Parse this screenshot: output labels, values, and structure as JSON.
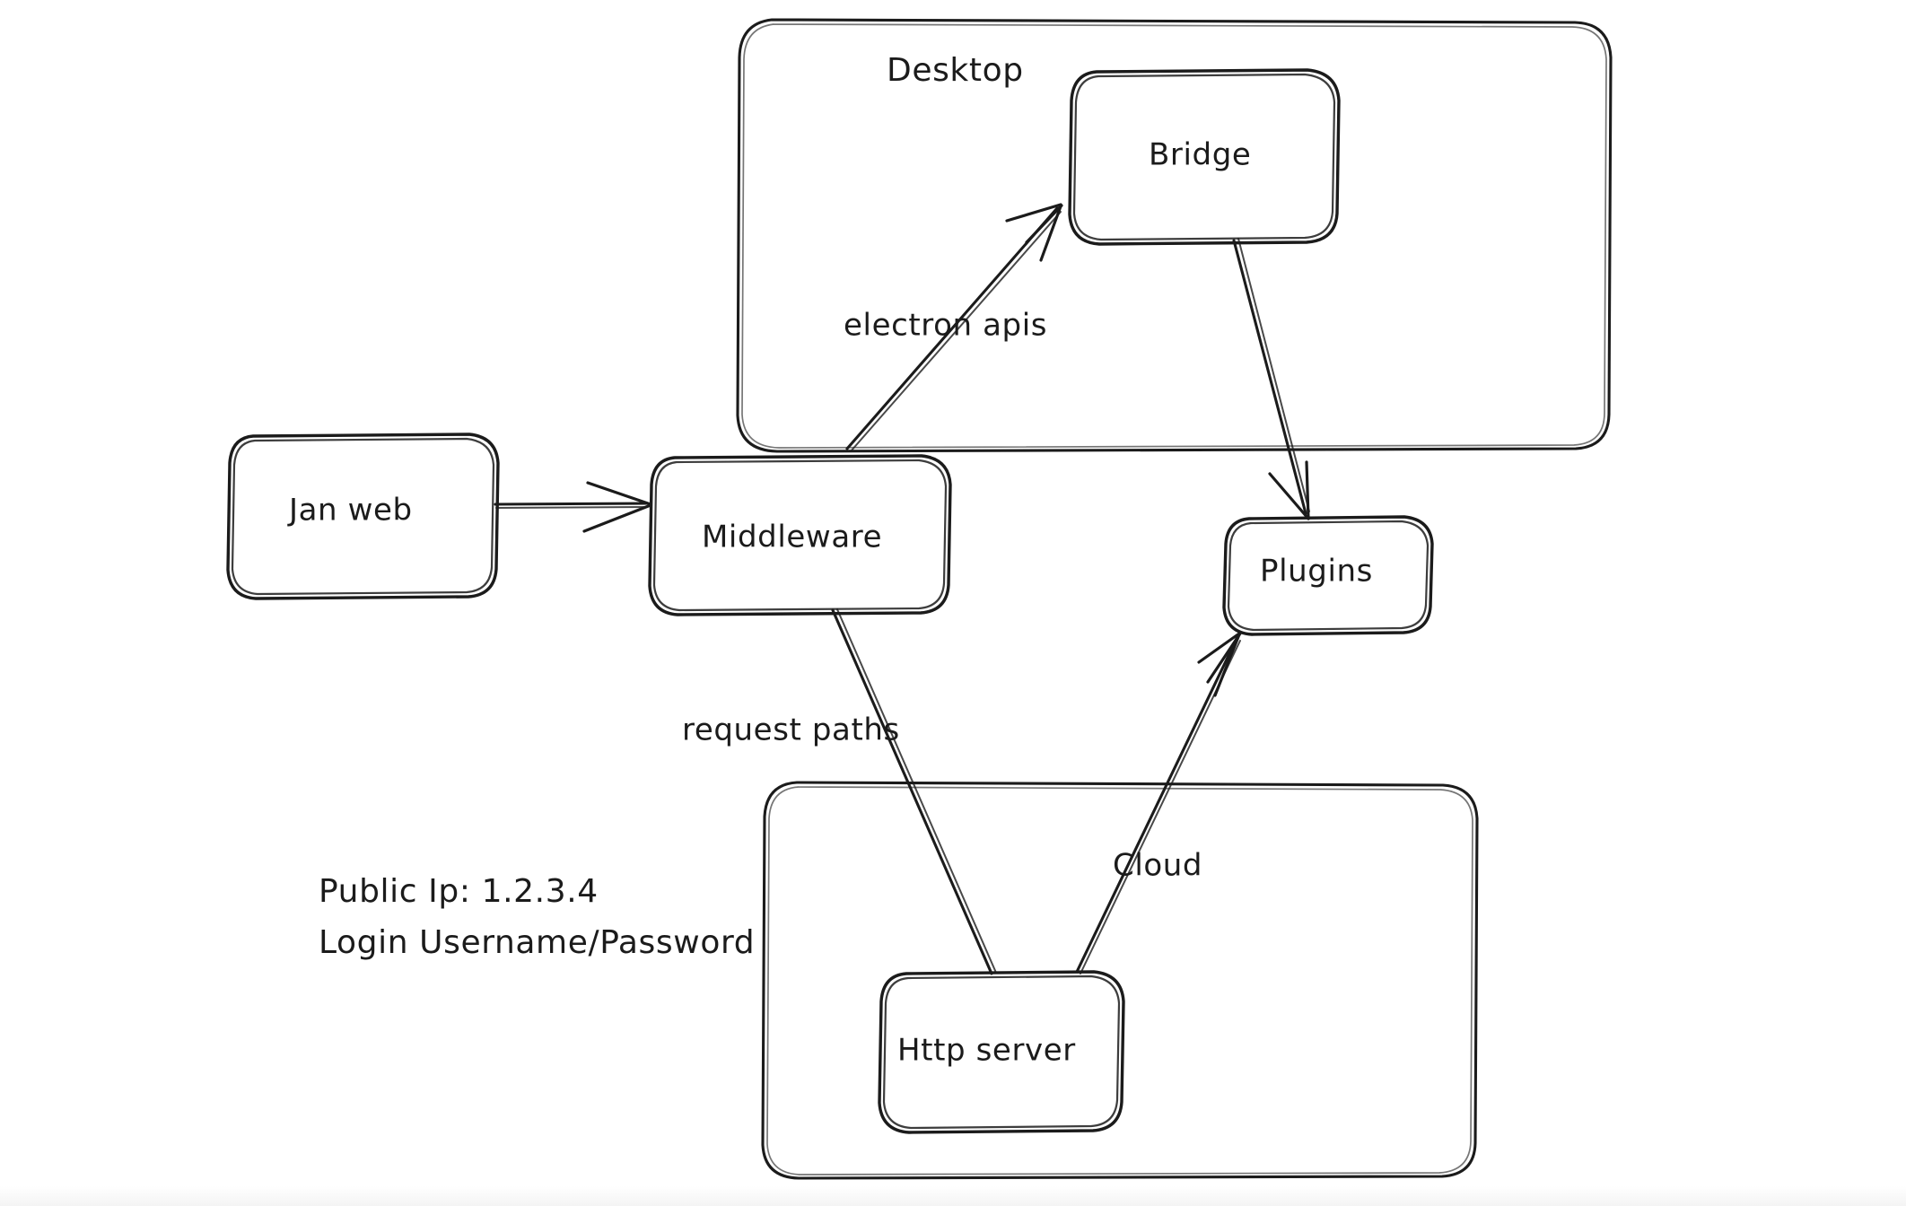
{
  "diagram": {
    "title_text_present": false,
    "background_color": "#ffffff",
    "ink_color": "#1b1b1b",
    "groups": [
      {
        "id": "desktop",
        "label": "Desktop"
      },
      {
        "id": "cloud",
        "label": "Cloud"
      }
    ],
    "nodes": [
      {
        "id": "jan-web",
        "label": "Jan web"
      },
      {
        "id": "middleware",
        "label": "Middleware"
      },
      {
        "id": "bridge",
        "label": "Bridge"
      },
      {
        "id": "plugins",
        "label": "Plugins"
      },
      {
        "id": "http-server",
        "label": "Http server"
      }
    ],
    "edges": [
      {
        "id": "jan-web-to-middleware",
        "from": "Jan web",
        "to": "Middleware",
        "label": ""
      },
      {
        "id": "middleware-to-bridge",
        "from": "Middleware",
        "to": "Bridge",
        "label": "electron apis"
      },
      {
        "id": "bridge-to-plugins",
        "from": "Bridge",
        "to": "Plugins",
        "label": ""
      },
      {
        "id": "middleware-to-http-server",
        "from": "Middleware",
        "to": "Http server",
        "label": "request paths"
      },
      {
        "id": "http-server-to-plugins",
        "from": "Http server",
        "to": "Plugins",
        "label": ""
      }
    ],
    "notes": {
      "public_ip_line": "Public Ip: 1.2.3.4",
      "login_line": "Login Username/Password"
    }
  }
}
